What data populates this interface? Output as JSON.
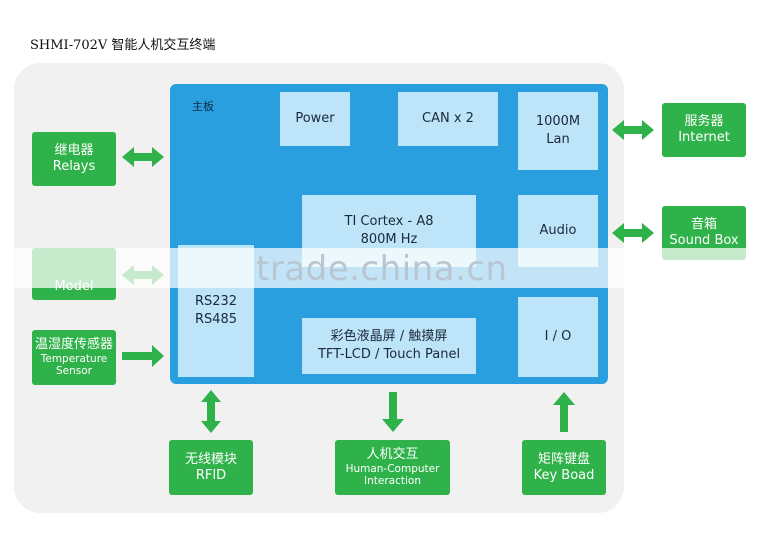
{
  "title": "SHMI-702V 智能人机交互终端",
  "board": {
    "label": "主板",
    "blocks": {
      "power": "Power",
      "can": "CAN x 2",
      "lan_1": "1000M",
      "lan_2": "Lan",
      "cpu_1": "TI Cortex - A8",
      "cpu_2": "800M Hz",
      "audio": "Audio",
      "serial_1": "RS232",
      "serial_2": "RS485",
      "lcd_1": "彩色液晶屏 / 触摸屏",
      "lcd_2": "TFT-LCD / Touch Panel",
      "io": "I / O"
    }
  },
  "peripherals": {
    "relays": {
      "zh": "继电器",
      "en": "Relays"
    },
    "model": {
      "en": "Model"
    },
    "temperature": {
      "zh": "温湿度传感器",
      "en_1": "Temperature",
      "en_2": "Sensor"
    },
    "server": {
      "zh": "服务器",
      "en": "Internet"
    },
    "speaker": {
      "zh": "音箱",
      "en": "Sound Box"
    },
    "rfid": {
      "zh": "无线模块",
      "en": "RFID"
    },
    "hci": {
      "zh": "人机交互",
      "en_1": "Human-Computer",
      "en_2": "Interaction"
    },
    "keyboard": {
      "zh": "矩阵键盘",
      "en": "Key Boad"
    }
  },
  "watermark": "trade.china.cn",
  "colors": {
    "board": "#2a9fe0",
    "block": "#bde4f8",
    "peripheral": "#2fb24a",
    "arrow": "#2fb24a",
    "background": "#f1f1f1"
  }
}
